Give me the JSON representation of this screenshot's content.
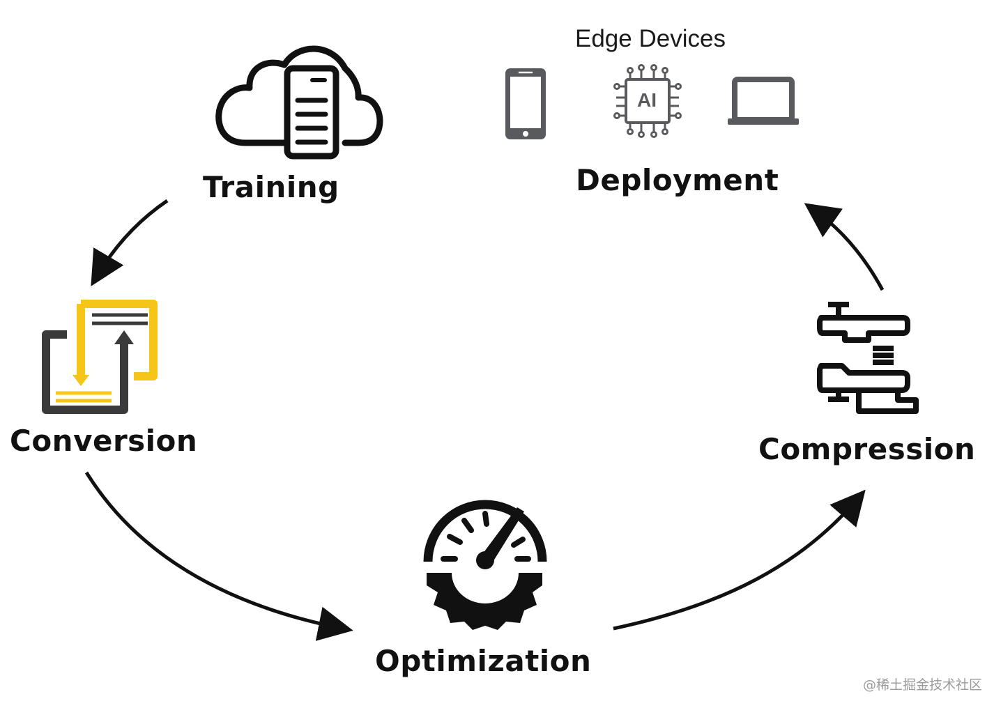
{
  "stages": {
    "training": {
      "label": "Training",
      "icon": "cloud-server-icon"
    },
    "conversion": {
      "label": "Conversion",
      "icon": "convert-documents-icon"
    },
    "optimization": {
      "label": "Optimization",
      "icon": "speedometer-gear-icon"
    },
    "compression": {
      "label": "Compression",
      "icon": "clamp-press-icon"
    },
    "deployment": {
      "label": "Deployment",
      "icon": "edge-devices-icon"
    }
  },
  "edge_devices": {
    "title": "Edge Devices",
    "devices": [
      {
        "icon": "smartphone-icon"
      },
      {
        "icon": "ai-chip-icon",
        "text": "AI"
      },
      {
        "icon": "laptop-icon"
      }
    ]
  },
  "colors": {
    "line": "#111111",
    "accent": "#f5c518",
    "dark_gray": "#3a3a3a",
    "device_gray": "#595a5e"
  },
  "watermark": "@稀土掘金技术社区"
}
